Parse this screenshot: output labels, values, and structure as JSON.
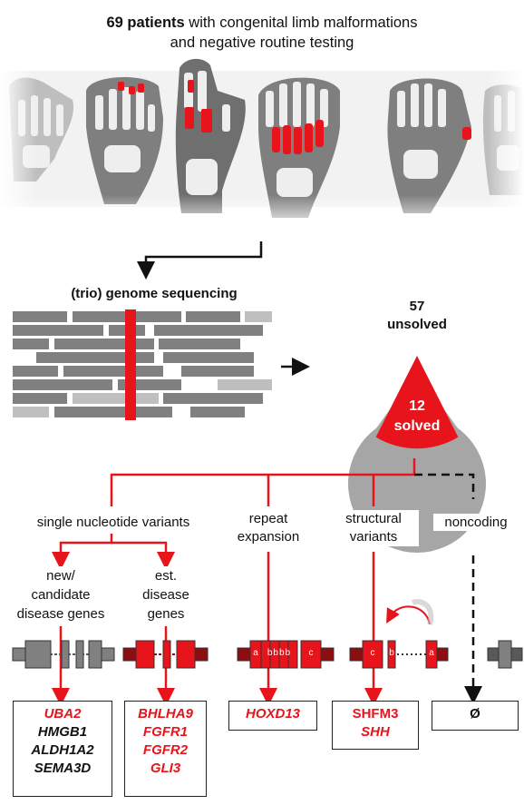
{
  "title": {
    "bold": "69 patients",
    "rest": "with congenital limb malformations",
    "line2": "and negative routine  testing"
  },
  "sequencing_label": "(trio) genome sequencing",
  "pie": {
    "unsolved_count": "57",
    "unsolved_label": "unsolved",
    "solved_count": "12",
    "solved_label": "solved"
  },
  "categories": {
    "snv": "single nucleotide variants",
    "repeat_line1": "repeat",
    "repeat_line2": "expansion",
    "structural_line1": "structural",
    "structural_line2": "variants",
    "noncoding": "noncoding"
  },
  "subcategories": {
    "new_line1": "new/",
    "new_line2": "candidate",
    "new_line3": "disease genes",
    "est_line1": "est.",
    "est_line2": "disease",
    "est_line3": "genes"
  },
  "repeat_labels": {
    "a": "a",
    "b": "bbbb",
    "c": "c"
  },
  "sv_labels": {
    "c": "c",
    "b": "b",
    "a": "a"
  },
  "genes": {
    "new": [
      "UBA2",
      "HMGB1",
      "ALDH1A2",
      "SEMA3D"
    ],
    "est": [
      "BHLHA9",
      "FGFR1",
      "FGFR2",
      "GLI3"
    ],
    "repeat": [
      "HOXD13"
    ],
    "structural": [
      "SHFM3",
      "SHH"
    ],
    "noncoding": [
      "Ø"
    ]
  },
  "colors": {
    "red": "#e8141b",
    "dark_red": "#8b0e12",
    "gray": "#a6a6a6",
    "dark_gray": "#595959"
  }
}
